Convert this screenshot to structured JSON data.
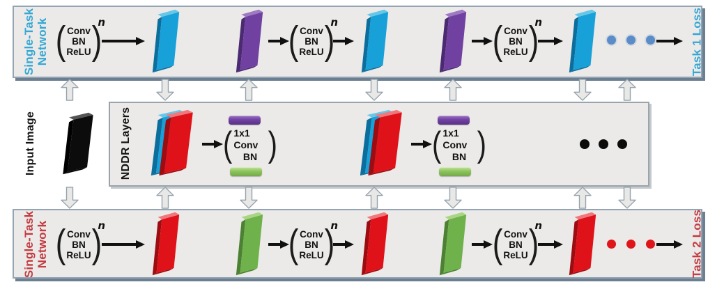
{
  "top_network": {
    "label_line1": "Single-Task",
    "label_line2": "Network",
    "loss_label": "Task 1 Loss"
  },
  "bottom_network": {
    "label_line1": "Single-Task",
    "label_line2": "Network",
    "loss_label": "Task 2 Loss"
  },
  "middle": {
    "input_label": "Input Image",
    "nddr_label": "NDDR Layers"
  },
  "conv_block": {
    "line1": "Conv",
    "line2": "BN",
    "line3": "ReLU",
    "exponent": "n"
  },
  "nddr_conv_block": {
    "line1": "1x1 Conv",
    "line2": "BN"
  },
  "colors": {
    "task1_accent": "#35A7D4",
    "task2_accent": "#C43B41",
    "cyan_block": "#18A0D8",
    "purple_block": "#7141A1",
    "red_block": "#DF1219",
    "green_block": "#6FB24C",
    "input_block": "#0C0C0C",
    "purple_bar": "#7141A1",
    "green_bar": "#8EC45E",
    "top_dots": "#5B8CC8",
    "middle_dots": "#0C0C0C",
    "bottom_dots": "#DF1519",
    "panel_bg": "#EBEAE8",
    "hollow_arrow_fill": "#E8E9E7",
    "black_arrow": "#101010"
  }
}
